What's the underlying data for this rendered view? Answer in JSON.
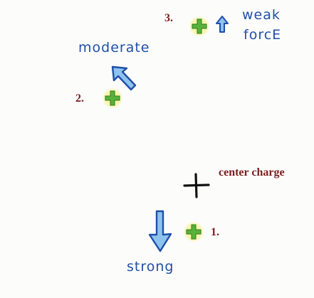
{
  "labels": {
    "n1": "1.",
    "n2": "2.",
    "n3": "3.",
    "center": "center charge",
    "strong": "strong",
    "moderate": "moderate",
    "weak": "weak",
    "force": "forcE"
  },
  "colors": {
    "blue": "#1f4fa8",
    "arrow_fill": "#8ec3ee",
    "green": "#58b23a",
    "glow": "#f6f078",
    "red_text": "#7a1e1e",
    "center_plus": "#111111"
  },
  "icons": {
    "center_charge": "black-plus-icon",
    "test_charges": "green-plus-icon",
    "force_arrows": [
      "arrow-down-icon",
      "arrow-up-left-icon",
      "arrow-up-icon"
    ]
  }
}
